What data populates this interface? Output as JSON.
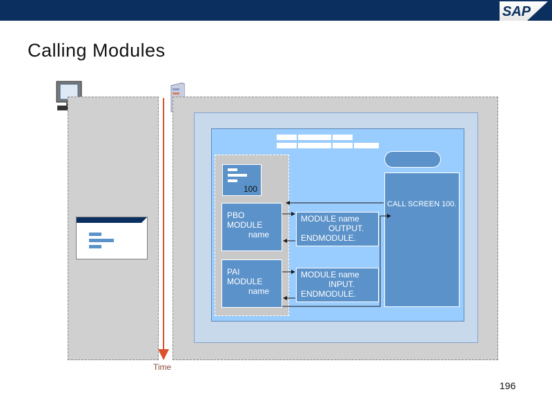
{
  "header": {
    "logo_text": "SAP",
    "bar_color": "#0b2f5e"
  },
  "page": {
    "title": "Calling Modules",
    "number": "196"
  },
  "diagram": {
    "screen_number": "100",
    "pbo_block": {
      "line1": "PBO",
      "line2": "MODULE",
      "line3": "name"
    },
    "pai_block": {
      "line1": "PAI",
      "line2": "MODULE",
      "line3": "name"
    },
    "pbo_code": {
      "line1": "MODULE name",
      "line2": "OUTPUT.",
      "line3": "ENDMODULE."
    },
    "pai_code": {
      "line1": "MODULE name",
      "line2": "INPUT.",
      "line3": "ENDMODULE."
    },
    "call_statement": "CALL SCREEN 100.",
    "time_label": "Time",
    "colors": {
      "panel_gray": "#d0d0d0",
      "outer_blue": "#c9d9ec",
      "inner_blue": "#99ccff",
      "block_blue": "#5b92c9",
      "time_arrow": "#d9532c"
    },
    "icons": [
      "monitor-icon",
      "server-icon",
      "sap-logo"
    ]
  }
}
